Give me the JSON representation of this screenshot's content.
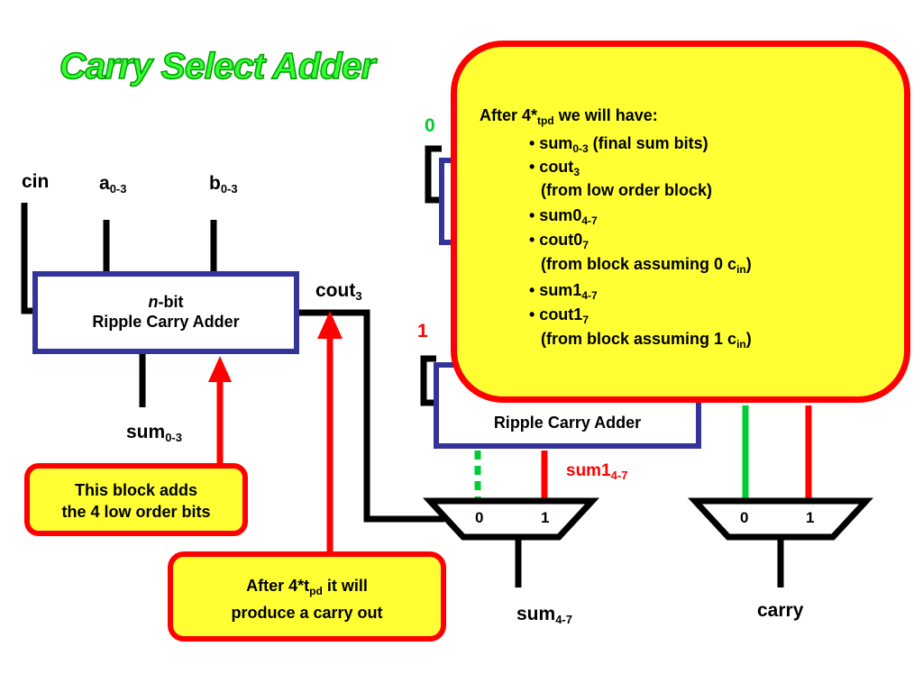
{
  "title": "Carry Select Adder",
  "inputs": {
    "cin": "cin",
    "a_base": "a",
    "a_sub": "0-3",
    "b_base": "b",
    "b_sub": "0-3"
  },
  "low_block": {
    "line1_italic": "n",
    "line1_rest": "-bit",
    "line2": "Ripple Carry Adder"
  },
  "cout3": {
    "base": "cout",
    "sub": "3"
  },
  "sum03": {
    "base": "sum",
    "sub": "0-3"
  },
  "select_labels": {
    "zero": "0",
    "one": "1"
  },
  "high_block_1": {
    "label": "Ripple Carry Adder"
  },
  "sum1_label": {
    "base": "sum1",
    "sub": "4-7"
  },
  "mux_sum": {
    "in0": "0",
    "in1": "1",
    "output_base": "sum",
    "output_sub": "4-7"
  },
  "mux_carry": {
    "in0": "0",
    "in1": "1",
    "output": "carry"
  },
  "callout_low": {
    "line1": "This block adds",
    "line2": "the 4 low order bits"
  },
  "callout_carry": {
    "pre": "After 4*t",
    "sub": "pd",
    "post": " it will",
    "line2": "produce a carry out"
  },
  "big_callout": {
    "header_pre": "After 4*",
    "header_sub": "tpd",
    "header_post": "  we will have:",
    "items": [
      {
        "pre": "• sum",
        "sub": "0-3",
        "post": " (final sum bits)"
      },
      {
        "pre": "• cout",
        "sub": "3",
        "post": ""
      },
      {
        "pre": "(from low order block)",
        "sub": "",
        "post": ""
      },
      {
        "pre": "• sum0",
        "sub": "4-7",
        "post": ""
      },
      {
        "pre": "• cout0",
        "sub": "7",
        "post": ""
      },
      {
        "pre": "(from block assuming 0 c",
        "sub": "in",
        "post": ")"
      },
      {
        "pre": "• sum1",
        "sub": "4-7",
        "post": ""
      },
      {
        "pre": "• cout1",
        "sub": "7",
        "post": ""
      },
      {
        "pre": "(from block assuming 1 c",
        "sub": "in",
        "post": ")"
      }
    ]
  },
  "colors": {
    "wire": "#000000",
    "block_border": "#333399",
    "arrow": "#ff0000",
    "callout_fill": "#ffff33",
    "title_green": "#33ff33",
    "select_green": "#00cc33"
  }
}
